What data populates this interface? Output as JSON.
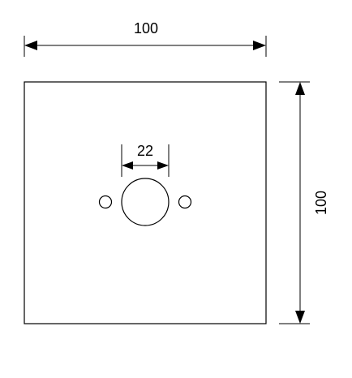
{
  "dimensions": {
    "width_label": "100",
    "height_label": "100",
    "hole_diameter_label": "22"
  },
  "colors": {
    "line": "#000000",
    "background": "#ffffff"
  }
}
